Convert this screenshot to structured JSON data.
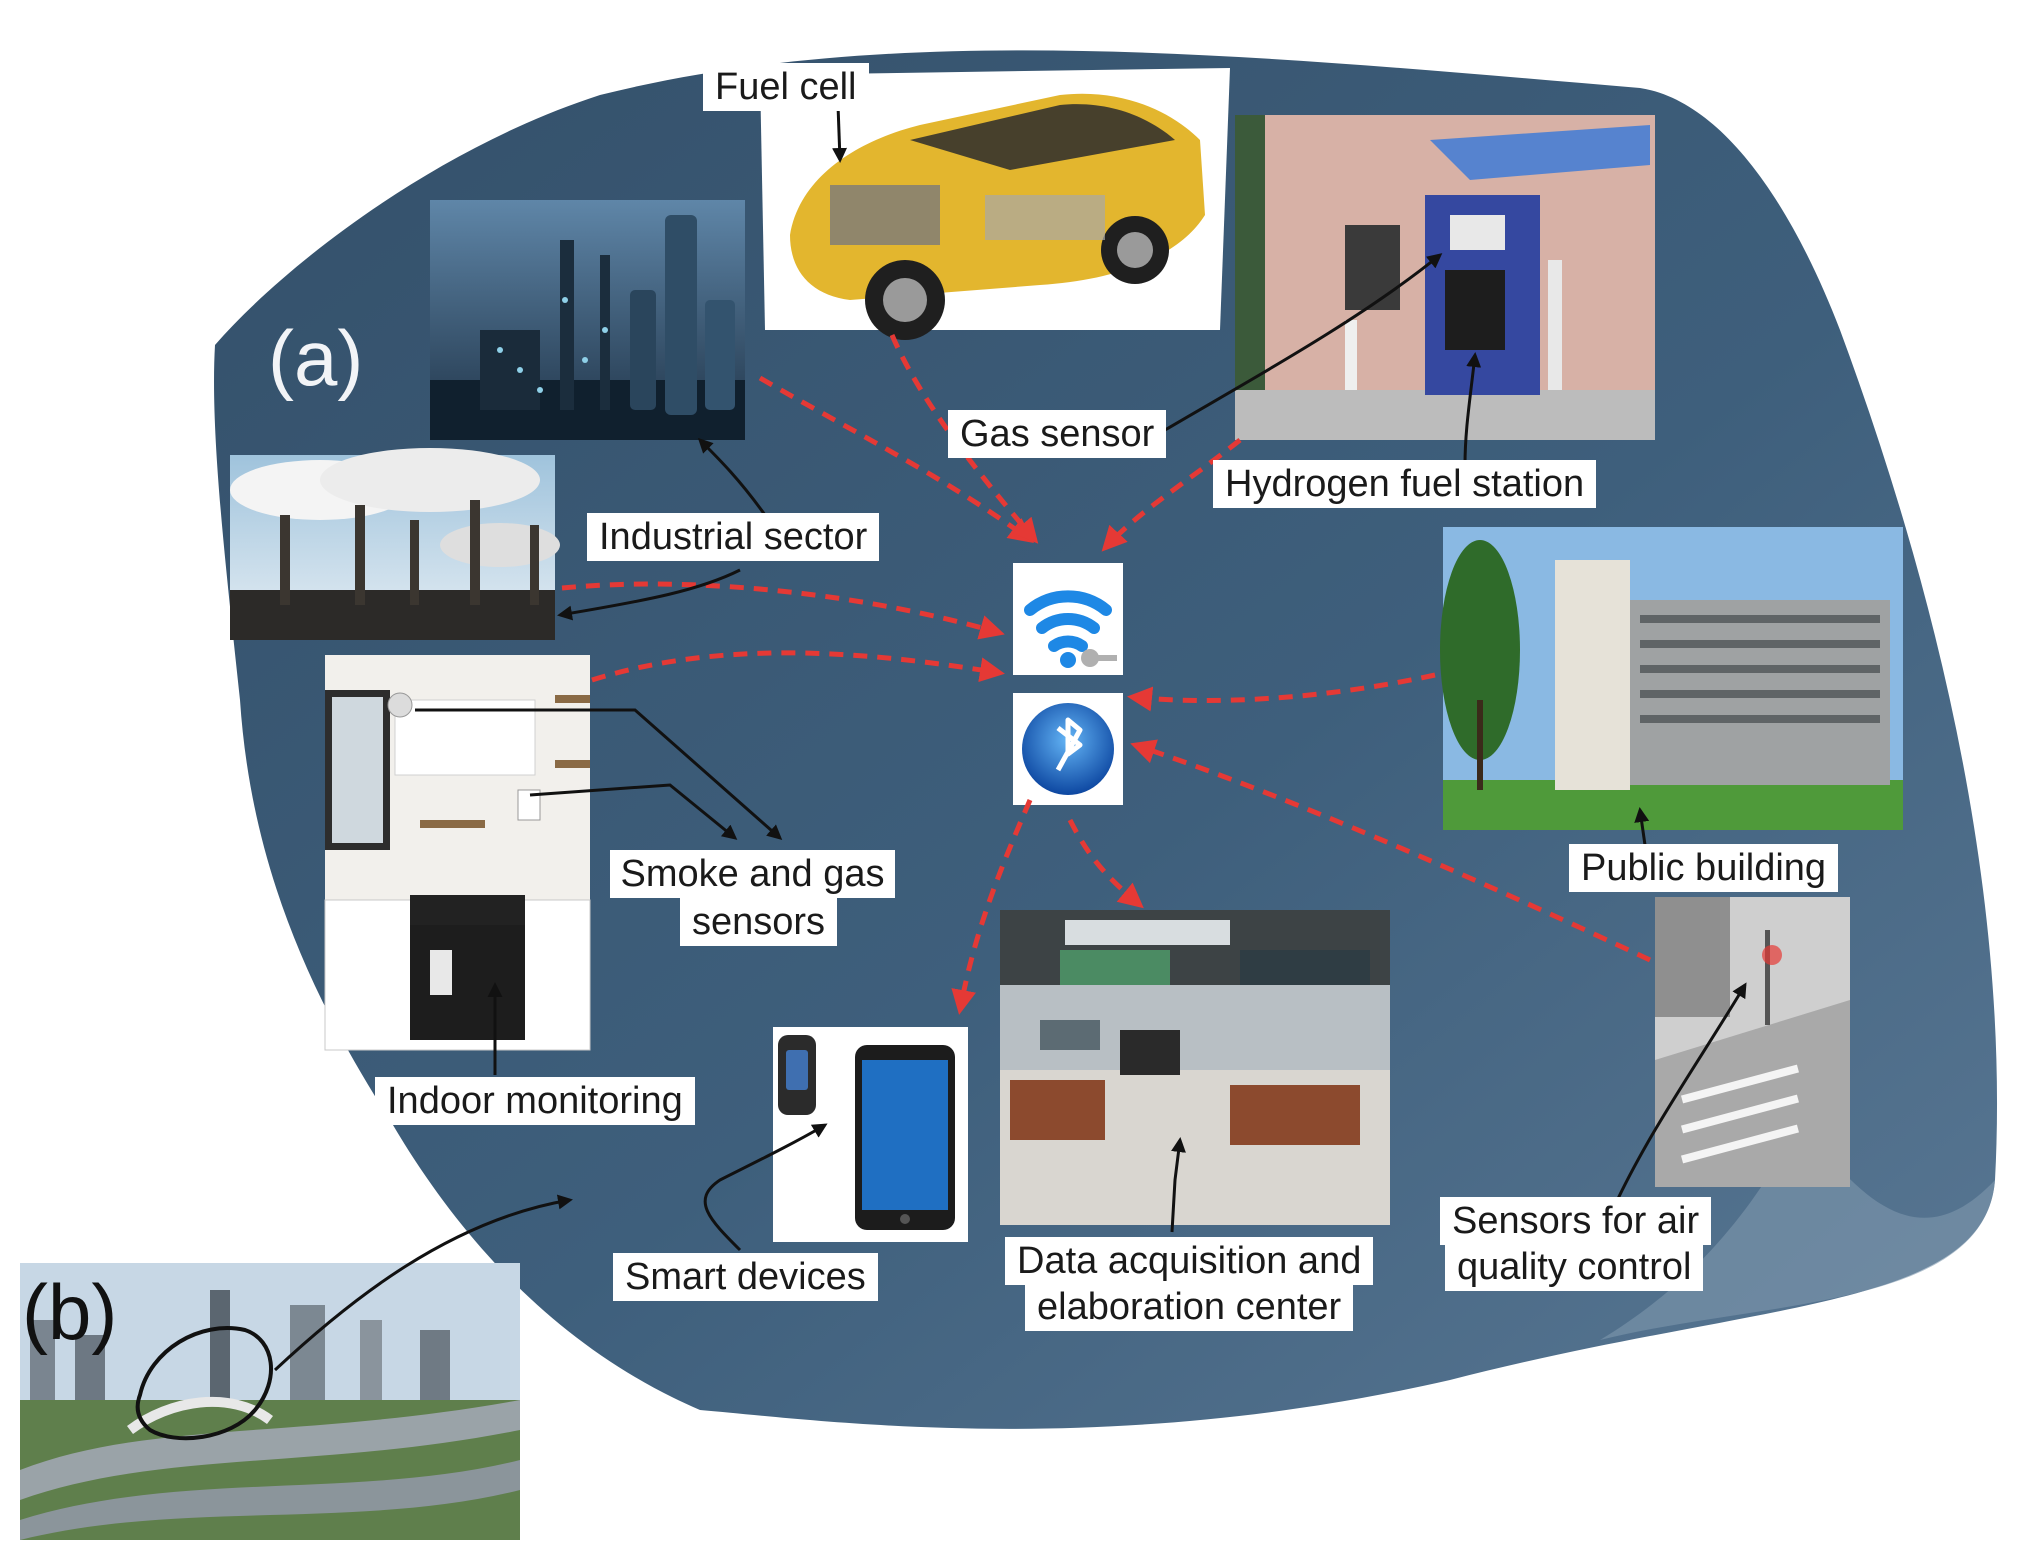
{
  "panels": {
    "a": "(a)",
    "b": "(b)"
  },
  "labels": {
    "fuel_cell": "Fuel cell",
    "gas_sensor": "Gas sensor",
    "hydrogen_station": "Hydrogen fuel station",
    "industrial_sector": "Industrial sector",
    "public_building": "Public building",
    "smoke_gas_1": "Smoke and gas",
    "smoke_gas_2": "sensors",
    "indoor_monitoring": "Indoor monitoring",
    "smart_devices": "Smart devices",
    "data_center_1": "Data acquisition and",
    "data_center_2": "elaboration center",
    "air_quality_1": "Sensors for air",
    "air_quality_2": "quality control"
  },
  "icons": {
    "wifi": "wifi-icon",
    "bluetooth": "bluetooth-icon"
  },
  "colors": {
    "background_blob": "#3b5a75",
    "arrow_dashed": "#e53935",
    "leader_line": "#111111",
    "icon_blue": "#1e88e5"
  }
}
